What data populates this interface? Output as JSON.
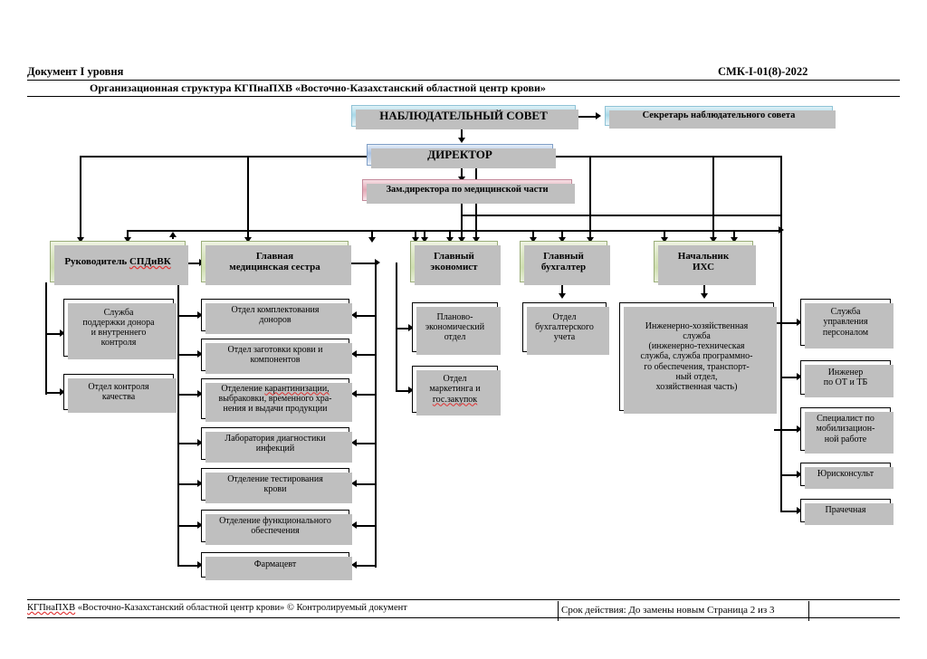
{
  "header": {
    "doc_level": "Документ I уровня",
    "doc_code": "СМК-I-01(8)-2022",
    "title": "Организационная структура КГПнаПХВ «Восточно-Казахстанский областной центр крови»"
  },
  "footer": {
    "left_bold": "КГПнаПХВ",
    "left_rest": "«Восточно-Казахстанский областной центр крови» © Контролируемый документ",
    "right": "Срок действия: До замены новым  Страница 2 из 3"
  },
  "chart_data": {
    "type": "diagram",
    "title": "Организационная структура КГПнаПХВ «Восточно-Казахстанский областной центр крови»",
    "nodes": [
      {
        "id": "council",
        "label": "НАБЛЮДАТЕЛЬНЫЙ СОВЕТ",
        "level": 0,
        "style": "cyan"
      },
      {
        "id": "secretary",
        "label": "Секретарь наблюдательного совета",
        "level": 0,
        "style": "cyan"
      },
      {
        "id": "director",
        "label": "ДИРЕКТОР",
        "level": 1,
        "style": "blue"
      },
      {
        "id": "deputy",
        "label": "Зам.директора по медицинской части",
        "level": 2,
        "style": "pink"
      },
      {
        "id": "spdivk",
        "label": "Руководитель СПДиВК",
        "level": 3,
        "style": "green"
      },
      {
        "id": "headnurse",
        "label": "Главная медицинская сестра",
        "level": 3,
        "style": "green"
      },
      {
        "id": "economist",
        "label": "Главный экономист",
        "level": 3,
        "style": "green"
      },
      {
        "id": "accountant",
        "label": "Главный бухгалтер",
        "level": 3,
        "style": "green"
      },
      {
        "id": "ihs",
        "label": "Начальник ИХС",
        "level": 3,
        "style": "green"
      }
    ],
    "edges": [
      [
        "council",
        "secretary"
      ],
      [
        "council",
        "director"
      ],
      [
        "director",
        "deputy"
      ],
      [
        "director",
        "spdivk"
      ],
      [
        "director",
        "headnurse"
      ],
      [
        "director",
        "economist"
      ],
      [
        "director",
        "accountant"
      ],
      [
        "director",
        "ihs"
      ],
      [
        "deputy",
        "spdivk"
      ],
      [
        "deputy",
        "headnurse"
      ]
    ]
  },
  "boxes": {
    "council": "НАБЛЮДАТЕЛЬНЫЙ СОВЕТ",
    "secretary": "Секретарь наблюдательного совета",
    "director": "ДИРЕКТОР",
    "deputy": "Зам.директора по медицинской части",
    "spdivk_pre": "Руководитель ",
    "spdivk_spell": "СПДиВК",
    "headnurse_l1": "Главная",
    "headnurse_l2": "медицинская сестра",
    "economist_l1": "Главный",
    "economist_l2": "экономист",
    "accountant_l1": "Главный",
    "accountant_l2": "бухгалтер",
    "ihs_l1": "Начальник",
    "ihs_l2": "ИХС"
  },
  "col_spdivk": [
    {
      "lines": [
        "Служба",
        "поддержки донора",
        "и внутреннего",
        "контроля"
      ]
    },
    {
      "lines": [
        "Отдел контроля",
        "качества"
      ]
    }
  ],
  "col_nurse": [
    {
      "lines": [
        "Отдел комплектования",
        "доноров"
      ]
    },
    {
      "lines": [
        "Отдел заготовки крови и",
        "компонентов"
      ]
    },
    {
      "lines": [
        "Отделение карантинизации,",
        "выбраковки, временного хра-",
        "нения и выдачи продукции"
      ],
      "spell_line": 0,
      "spell_word": "карантинизации,",
      "spell_prefix": "Отделение "
    },
    {
      "lines": [
        "Лаборатория диагностики",
        "инфекций"
      ]
    },
    {
      "lines": [
        "Отделение тестирования",
        "крови"
      ]
    },
    {
      "lines": [
        "Отделение функционального",
        "обеспечения"
      ]
    },
    {
      "lines": [
        "Фармацевт"
      ]
    }
  ],
  "col_economist": [
    {
      "lines": [
        "Планово-",
        "экономический",
        "отдел"
      ]
    },
    {
      "lines": [
        "Отдел",
        "маркетинга и",
        "гос.закупок"
      ],
      "spell_line": 2,
      "spell_word": "гос.закупок"
    }
  ],
  "col_accountant": [
    {
      "lines": [
        "Отдел",
        "бухгалтерского",
        "учета"
      ]
    }
  ],
  "col_ihs": [
    {
      "lines": [
        "Инженерно-хозяйственная",
        "служба",
        "(инженерно-техническая",
        "служба, служба программно-",
        "го обеспечения, транспорт-",
        "ный отдел,",
        "хозяйственная часть)"
      ]
    }
  ],
  "col_right": [
    {
      "lines": [
        "Служба",
        "управления",
        "персоналом"
      ]
    },
    {
      "lines": [
        "Инженер",
        "по ОТ и ТБ"
      ]
    },
    {
      "lines": [
        "Специалист по",
        "мобилизацион-",
        "ной работе"
      ]
    },
    {
      "lines": [
        "Юрисконсульт"
      ]
    },
    {
      "lines": [
        "Прачечная"
      ]
    }
  ]
}
